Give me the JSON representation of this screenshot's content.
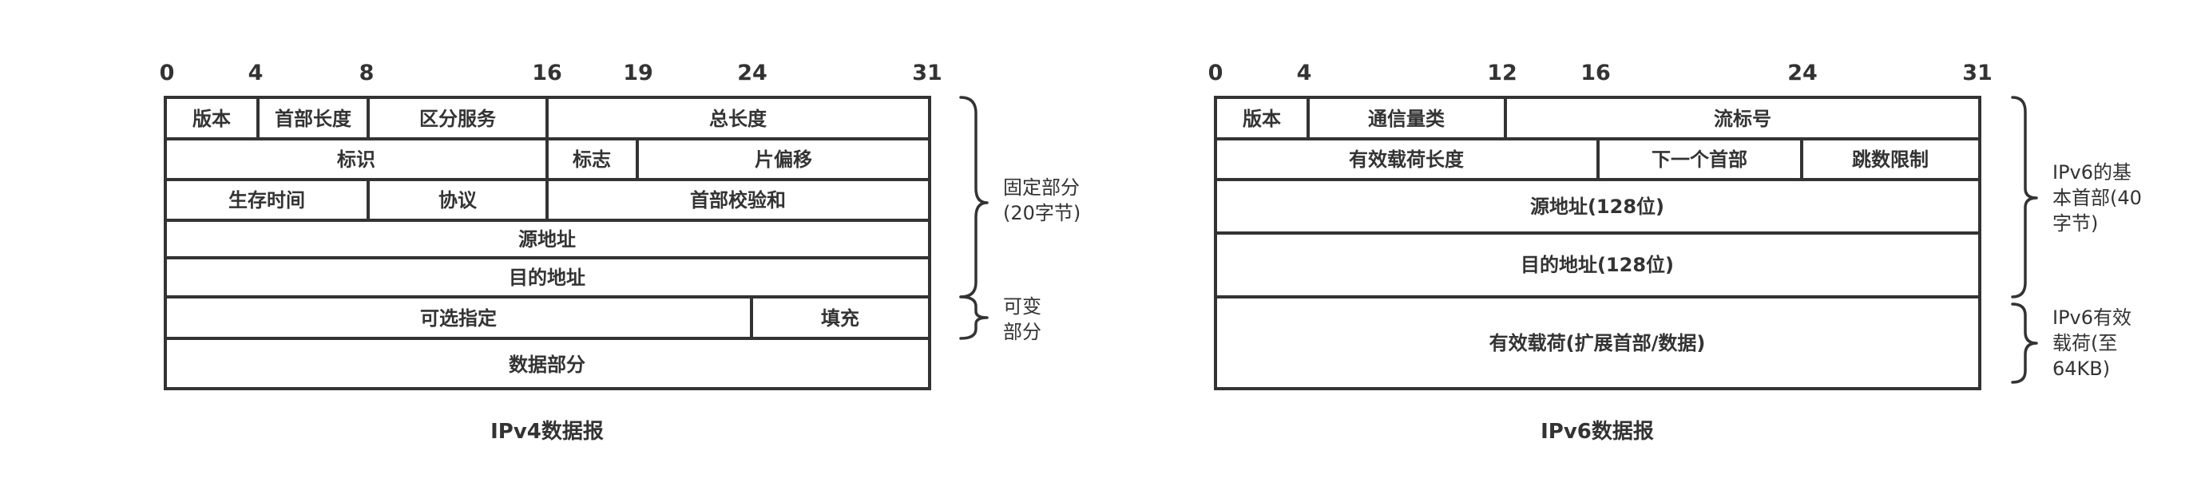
{
  "ipv4": {
    "title": "IPv4数据报",
    "bit_ticks": [
      "0",
      "4",
      "8",
      "16",
      "19",
      "24",
      "31"
    ],
    "rows": [
      [
        "版本",
        "首部长度",
        "区分服务",
        "总长度"
      ],
      [
        "标识",
        "标志",
        "片偏移"
      ],
      [
        "生存时间",
        "协议",
        "首部校验和"
      ],
      [
        "源地址"
      ],
      [
        "目的地址"
      ],
      [
        "可选指定",
        "填充"
      ],
      [
        "数据部分"
      ]
    ],
    "brace_labels": {
      "fixed": [
        "固定部分",
        "(20字节)"
      ],
      "variable": [
        "可变",
        "部分"
      ]
    }
  },
  "ipv6": {
    "title": "IPv6数据报",
    "bit_ticks": [
      "0",
      "4",
      "12",
      "16",
      "24",
      "31"
    ],
    "rows": [
      [
        "版本",
        "通信量类",
        "流标号"
      ],
      [
        "有效载荷长度",
        "下一个首部",
        "跳数限制"
      ],
      [
        "源地址(128位)"
      ],
      [
        "目的地址(128位)"
      ],
      [
        "有效载荷(扩展首部/数据)"
      ]
    ],
    "brace_labels": {
      "header": [
        "IPv6的基",
        "本首部(40",
        "字节)"
      ],
      "payload": [
        "IPv6有效",
        "载荷(至",
        "64KB)"
      ]
    }
  },
  "colors": {
    "stroke": "#333333",
    "text": "#333333",
    "background": "#ffffff"
  }
}
